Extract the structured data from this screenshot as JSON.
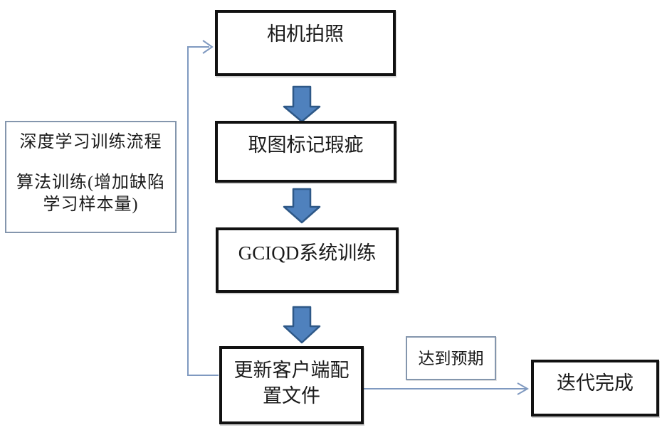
{
  "colors": {
    "background": "#ffffff",
    "text": "#1a1a1a",
    "box_border": "#111111",
    "thin_border": "#8496ad",
    "connector": "#7f99c0",
    "arrow_fill": "#4f81bd",
    "arrow_stroke": "#2e5887"
  },
  "nodes": {
    "left_note": {
      "title": "深度学习训练流程",
      "body": "算法训练(增加缺陷学习样本量)"
    },
    "step1": {
      "label": "相机拍照"
    },
    "step2": {
      "label": "取图标记瑕疵"
    },
    "step3": {
      "label": "GCIQD系统训练"
    },
    "step4": {
      "label": "更新客户端配置文件"
    },
    "condition": {
      "label": "达到预期"
    },
    "end": {
      "label": "迭代完成"
    }
  },
  "connectors": [
    {
      "type": "block-arrow-down",
      "from": "step1",
      "to": "step2"
    },
    {
      "type": "block-arrow-down",
      "from": "step2",
      "to": "step3"
    },
    {
      "type": "block-arrow-down",
      "from": "step3",
      "to": "step4"
    },
    {
      "type": "elbow-arrow",
      "from": "step4",
      "to": "step1"
    },
    {
      "type": "straight-arrow",
      "from": "step4",
      "to": "end",
      "label_nearby": "达到预期"
    }
  ]
}
